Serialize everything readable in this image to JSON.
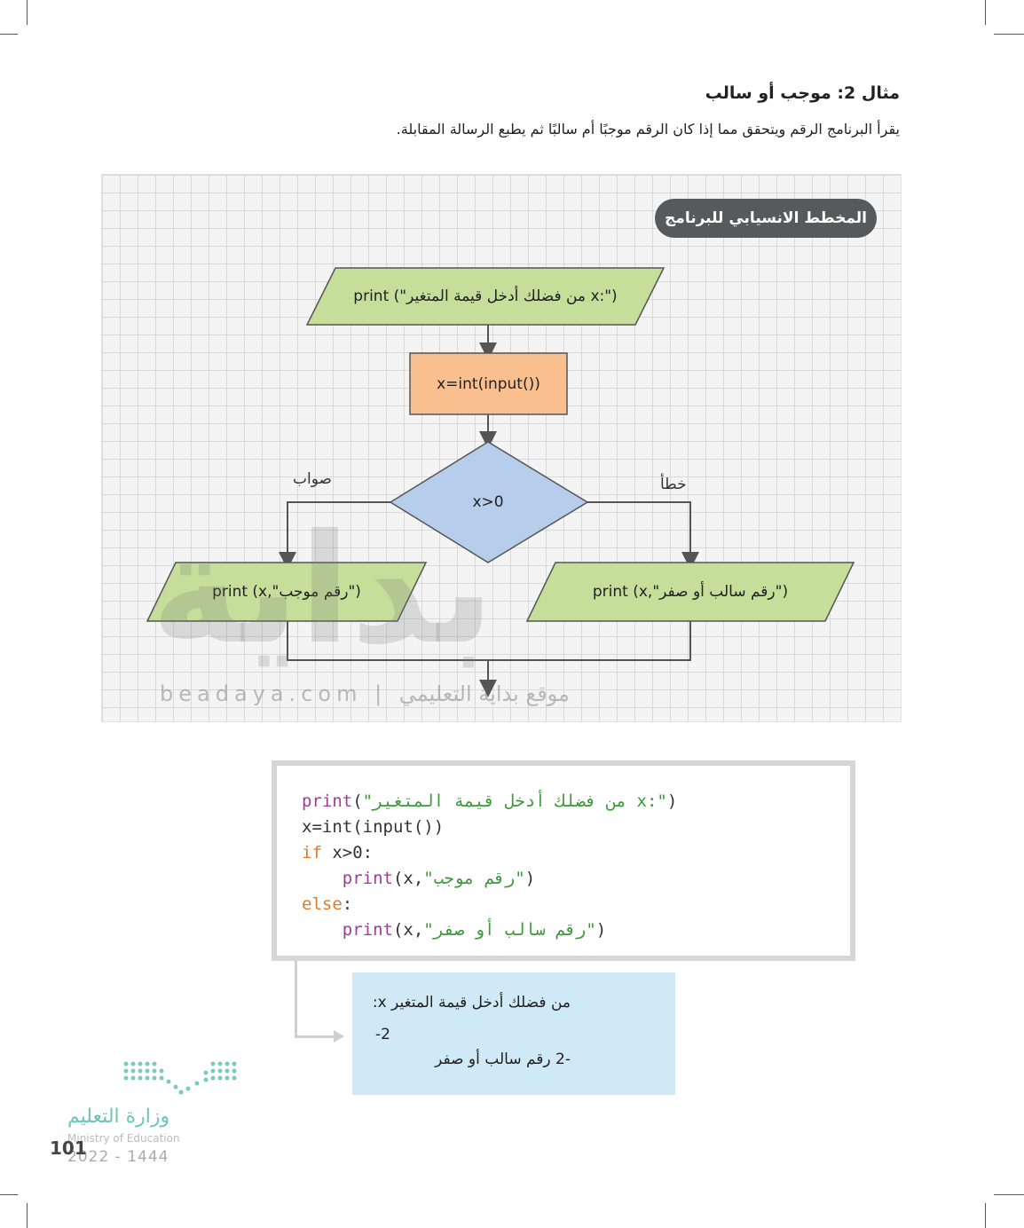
{
  "heading": "مثال 2: موجب أو سالب",
  "intro": "يقرأ البرنامج الرقم ويتحقق مما إذا كان الرقم موجبًا أم سالبًا ثم يطبع الرسالة المقابلة.",
  "flowchart": {
    "title": "المخطط الانسيابي للبرنامج",
    "input_prompt": "print (\"من فضلك أدخل قيمة المتغير x:\")",
    "process": "x=int(input())",
    "decision": "x>0",
    "true_label": "صواب",
    "false_label": "خطأ",
    "true_output": "print (x,\"رقم موجب\")",
    "false_output": "print (x,\"رقم سالب أو صفر\")"
  },
  "code": {
    "line1_fn": "print",
    "line1_str": "\"من فضلك أدخل قيمة المتغير x:\"",
    "line2": "x=int(input())",
    "line3_kw": "if",
    "line3_rest": " x>0:",
    "line4_fn": "print",
    "line4_arg": "(x,",
    "line4_str": "\"رقم موجب\"",
    "line5_kw": "else",
    "line6_fn": "print",
    "line6_arg": "(x,",
    "line6_str": "\"رقم سالب أو صفر\""
  },
  "output": {
    "line1": "من فضلك أدخل قيمة المتغير x:",
    "line2": "-2",
    "line3": "-2 رقم سالب أو صفر"
  },
  "watermark": {
    "big": "بداية",
    "small": "beadaya.com | موقع بداية التعليمي"
  },
  "footer": {
    "ministry_ar": "وزارة التعليم",
    "ministry_en": "Ministry of Education",
    "year": "2022 - 1444",
    "page": "101"
  }
}
